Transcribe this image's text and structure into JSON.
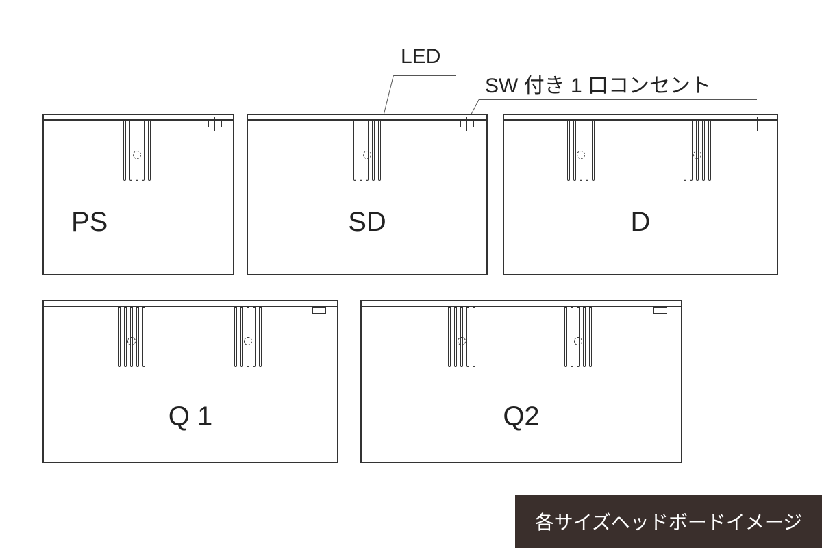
{
  "callouts": {
    "led": "LED",
    "outlet": "SW 付き 1 口コンセント"
  },
  "boards": [
    {
      "id": "PS",
      "label": "PS"
    },
    {
      "id": "SD",
      "label": "SD"
    },
    {
      "id": "D",
      "label": "D"
    },
    {
      "id": "Q1",
      "label": "Q 1"
    },
    {
      "id": "Q2",
      "label": "Q2"
    }
  ],
  "caption": "各サイズヘッドボードイメージ",
  "colors": {
    "line": "#333333",
    "caption_bg": "#3a2f2c",
    "caption_text": "#ffffff"
  }
}
